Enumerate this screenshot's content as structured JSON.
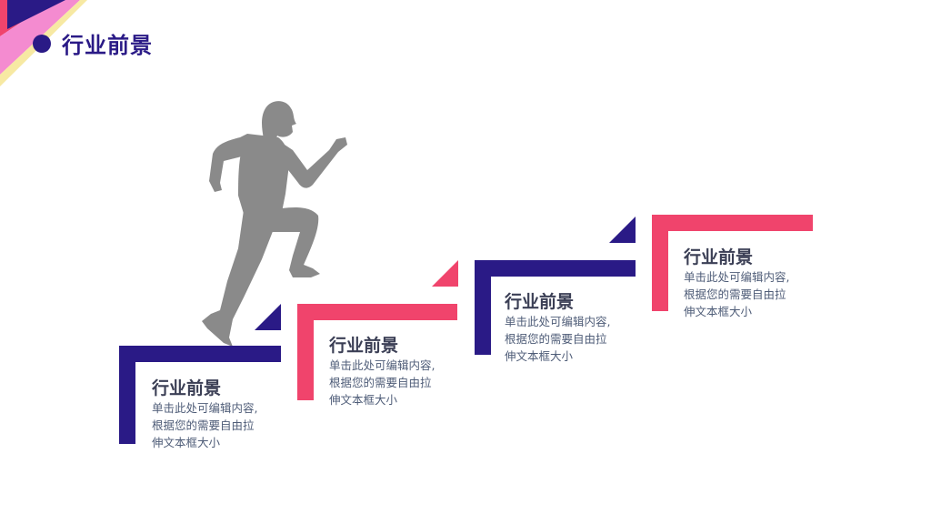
{
  "header": {
    "title": "行业前景"
  },
  "colors": {
    "navy": "#2a1a86",
    "pink": "#f0446c",
    "gray": "#8c8c8c",
    "text": "#3b3f55"
  },
  "steps": [
    {
      "title": "行业前景",
      "lines": [
        "单击此处可编辑内容,",
        "根据您的需要自由拉",
        "伸文本框大小"
      ]
    },
    {
      "title": "行业前景",
      "lines": [
        "单击此处可编辑内容,",
        "根据您的需要自由拉",
        "伸文本框大小"
      ]
    },
    {
      "title": "行业前景",
      "lines": [
        "单击此处可编辑内容,",
        "根据您的需要自由拉",
        "伸文本框大小"
      ]
    },
    {
      "title": "行业前景",
      "lines": [
        "单击此处可编辑内容,",
        "根据您的需要自由拉",
        "伸文本框大小"
      ]
    }
  ]
}
